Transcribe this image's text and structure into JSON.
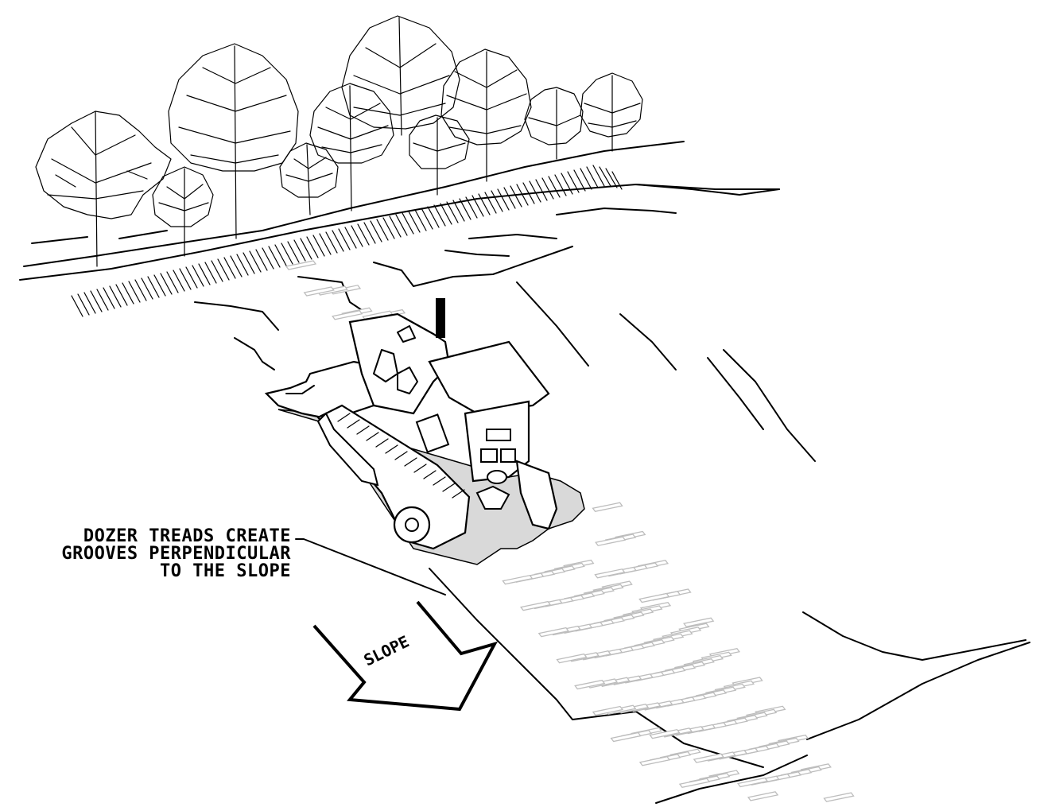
{
  "callout": {
    "line1": "DOZER TREADS CREATE",
    "line2": "GROOVES PERPENDICULAR",
    "line3": "TO THE SLOPE"
  },
  "arrow": {
    "label": "SLOPE"
  },
  "colors": {
    "ink": "#000000",
    "groove": "#bdbdbd",
    "shadow": "#d9d9d9"
  }
}
